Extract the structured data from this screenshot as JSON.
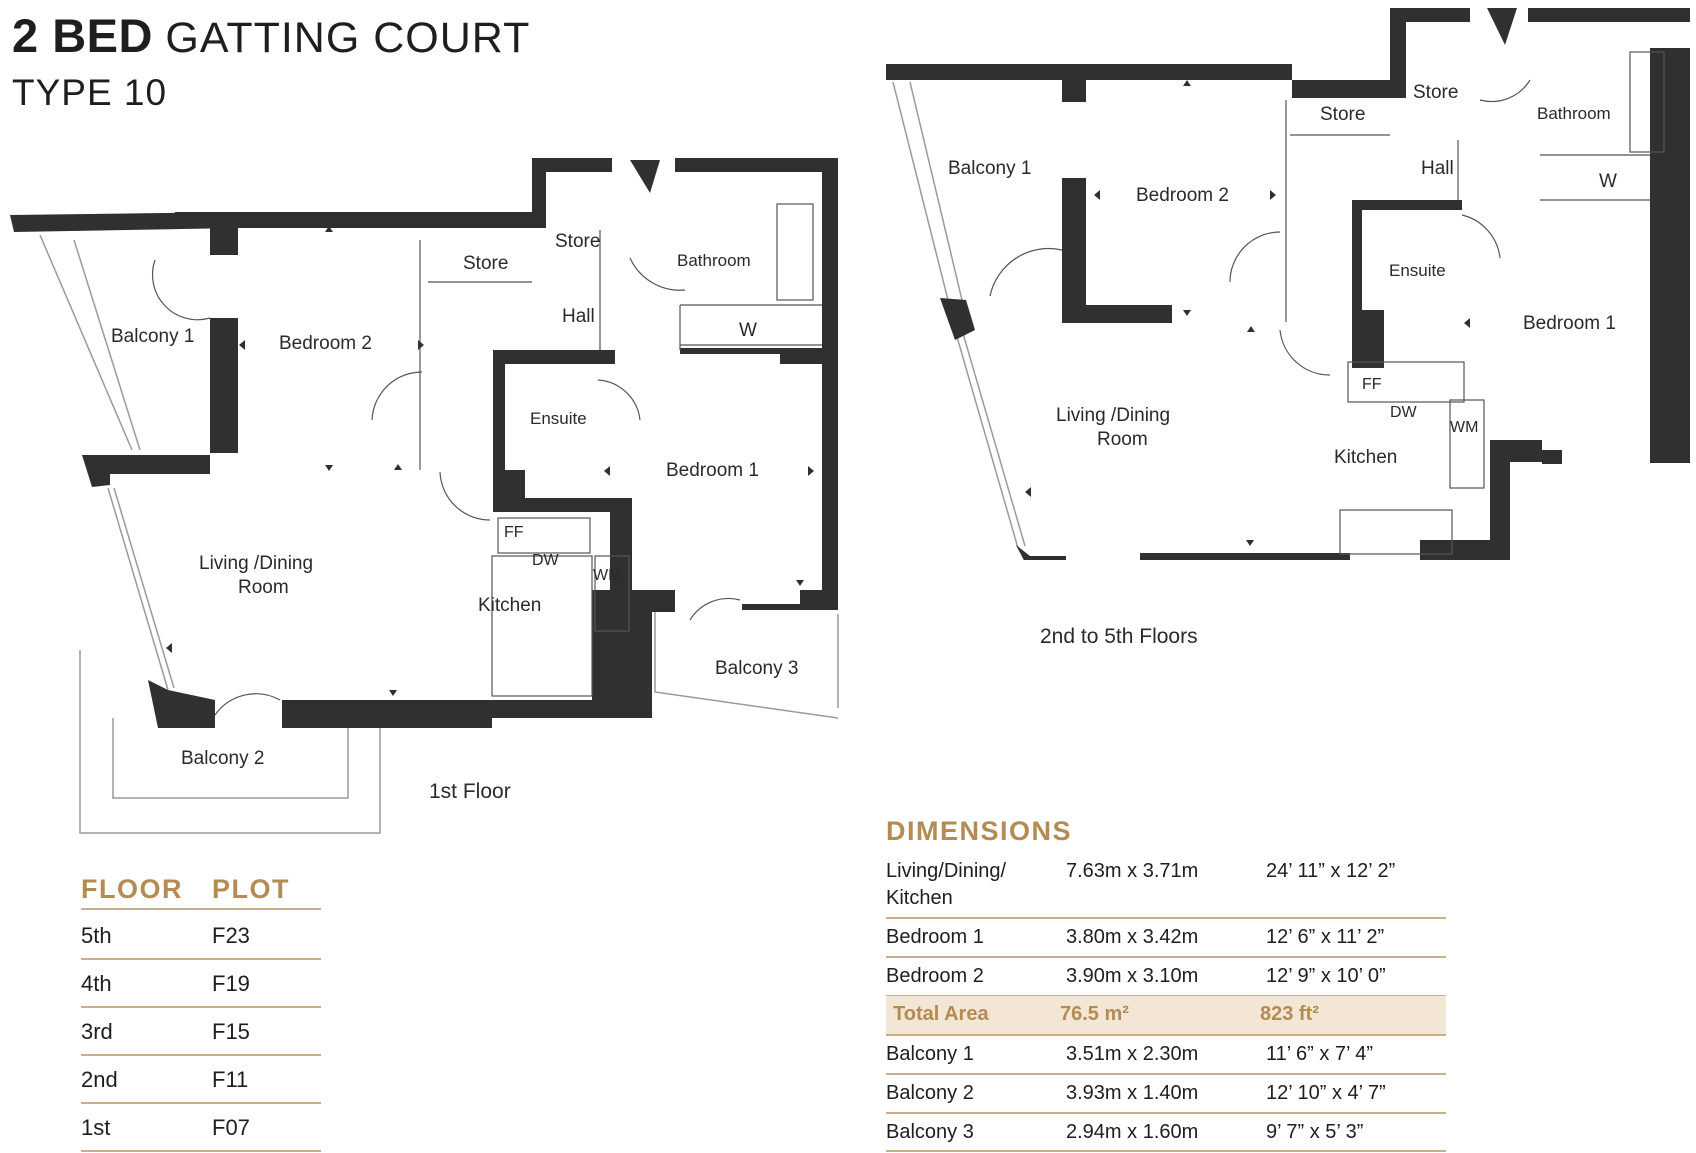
{
  "header": {
    "bed_count": "2 BED",
    "development": "GATTING COURT",
    "type": "TYPE 10"
  },
  "plans": {
    "first_floor": {
      "caption": "1st Floor",
      "rooms": {
        "balcony1": "Balcony 1",
        "bedroom2": "Bedroom 2",
        "store_a": "Store",
        "store_b": "Store",
        "bathroom": "Bathroom",
        "hall": "Hall",
        "wardrobe": "W",
        "ensuite": "Ensuite",
        "bedroom1": "Bedroom 1",
        "living": "Living /Dining",
        "living2": "Room",
        "kitchen": "Kitchen",
        "ff": "FF",
        "dw": "DW",
        "wm": "WM",
        "balcony3": "Balcony 3",
        "balcony2": "Balcony 2"
      }
    },
    "upper_floors": {
      "caption": "2nd to 5th Floors",
      "rooms": {
        "balcony1": "Balcony 1",
        "bedroom2": "Bedroom 2",
        "store_a": "Store",
        "store_b": "Store",
        "bathroom": "Bathroom",
        "hall": "Hall",
        "wardrobe": "W",
        "ensuite": "Ensuite",
        "bedroom1": "Bedroom 1",
        "living": "Living /Dining",
        "living2": "Room",
        "kitchen": "Kitchen",
        "ff": "FF",
        "dw": "DW",
        "wm": "WM"
      }
    }
  },
  "plot_table": {
    "headers": [
      "FLOOR",
      "PLOT"
    ],
    "rows": [
      [
        "5th",
        "F23"
      ],
      [
        "4th",
        "F19"
      ],
      [
        "3rd",
        "F15"
      ],
      [
        "2nd",
        "F11"
      ],
      [
        "1st",
        "F07"
      ]
    ]
  },
  "dimensions": {
    "heading": "DIMENSIONS",
    "rows": [
      {
        "room": "Living/Dining/",
        "room2": "Kitchen",
        "metric": "7.63m x 3.71m",
        "imperial": "24’ 11” x 12’ 2”"
      },
      {
        "room": "Bedroom 1",
        "metric": "3.80m x 3.42m",
        "imperial": "12’ 6” x 11’ 2”"
      },
      {
        "room": "Bedroom 2",
        "metric": "3.90m x 3.10m",
        "imperial": "12’ 9” x 10’ 0”"
      },
      {
        "room": "Total Area",
        "metric": "76.5 m²",
        "imperial": "823 ft²",
        "highlight": true
      },
      {
        "room": "Balcony 1",
        "metric": "3.51m x 2.30m",
        "imperial": "11’ 6” x 7’ 4”"
      },
      {
        "room": "Balcony 2",
        "metric": "3.93m x 1.40m",
        "imperial": "12’ 10” x 4’ 7”"
      },
      {
        "room": "Balcony 3",
        "metric": "2.94m x 1.60m",
        "imperial": "9’ 7” x 5’ 3”"
      }
    ]
  },
  "colors": {
    "wall": "#2f312f",
    "accent": "#b38b53",
    "highlight_bg": "#f3e6d5",
    "rule": "#c9ae86"
  }
}
